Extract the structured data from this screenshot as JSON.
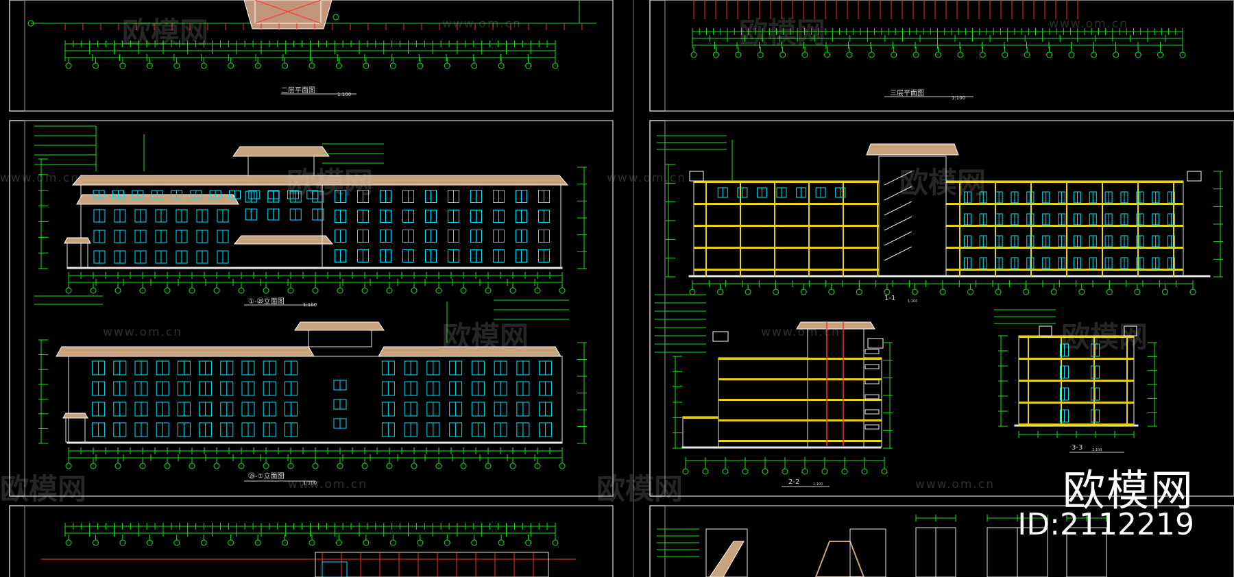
{
  "colors": {
    "background": "#000000",
    "frame": "#cfcfcf",
    "dimension": "#19e619",
    "window": "#00e5ff",
    "roof": "#c9a27e",
    "slab": "#e6d21e",
    "axis": "#ff3030",
    "wall": "#e8e8e8"
  },
  "sheets": {
    "plan_2f": {
      "title": "二层平面图",
      "scale": "1:100"
    },
    "plan_3f": {
      "title": "三层平面图",
      "scale": "1:100"
    },
    "elev_a": {
      "title": "①-㉘立面图",
      "scale": "1:100"
    },
    "elev_b": {
      "title": "㉘-①立面图",
      "scale": "1:100"
    },
    "sec_1": {
      "title": "1-1",
      "scale": "1:100"
    },
    "sec_2": {
      "title": "2-2",
      "scale": "1:100"
    },
    "sec_3": {
      "title": "3-3",
      "scale": "1:100"
    }
  },
  "watermark": {
    "logo_text": "欧模网",
    "url": "www.om.cn"
  },
  "brand": {
    "name": "欧模网",
    "id": "ID:2112219"
  }
}
